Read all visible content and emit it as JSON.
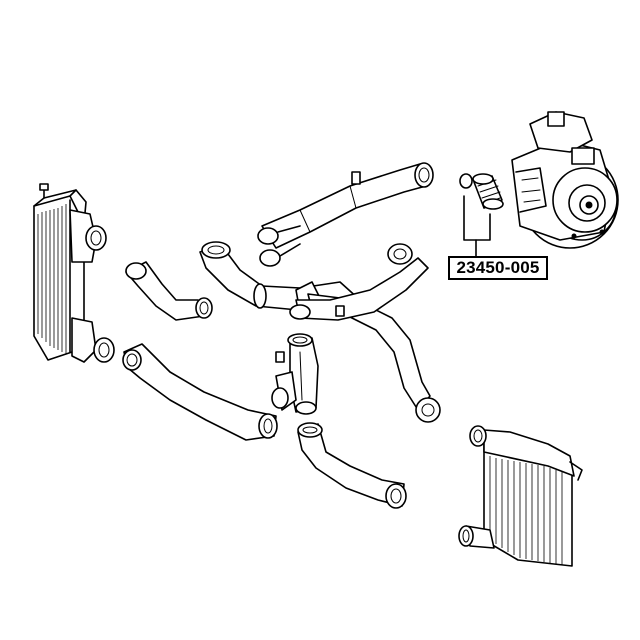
{
  "diagram": {
    "part_number": "23450-005",
    "highlighted_part": "hose-sleeve",
    "components": [
      "intercooler-left",
      "intercooler-right",
      "turbocharger",
      "hose-sleeve",
      "upper-intake-pipe",
      "y-pipe",
      "charge-air-hoses"
    ]
  }
}
